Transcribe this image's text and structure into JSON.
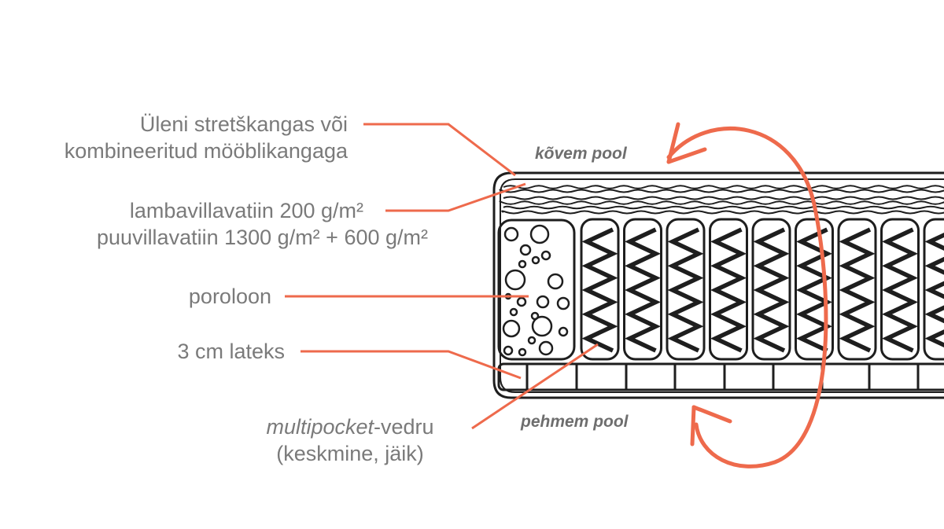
{
  "labels": {
    "cover": [
      "Üleni stretškangas või",
      "kombineeritud mööblikangaga"
    ],
    "wool": [
      "lambavillavatiin 200 g/m²",
      "puuvillavatiin 1300 g/m² + 600 g/m²"
    ],
    "foam": "poroloon",
    "latex": "3 cm lateks",
    "spring": {
      "italic": "multipocket",
      "rest": "-vedru",
      "line2": "(keskmine, jäik)"
    }
  },
  "sides": {
    "top": "kõvem pool",
    "bottom": "pehmem pool"
  },
  "colors": {
    "accent": "#ee6a4c",
    "outline": "#1e1e1e",
    "text": "#7a7a7a"
  }
}
